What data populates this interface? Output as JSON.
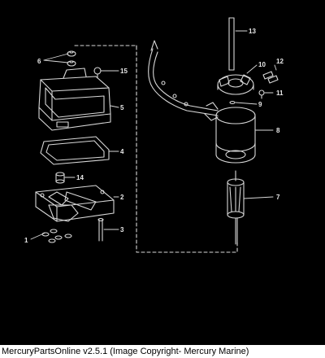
{
  "diagram": {
    "background": "#000000",
    "line_color": "#d8d8d8",
    "callouts": [
      {
        "id": "1",
        "text": "1"
      },
      {
        "id": "2",
        "text": "2"
      },
      {
        "id": "3",
        "text": "3"
      },
      {
        "id": "4",
        "text": "4"
      },
      {
        "id": "5",
        "text": "5"
      },
      {
        "id": "6",
        "text": "6"
      },
      {
        "id": "7",
        "text": "7"
      },
      {
        "id": "8",
        "text": "8"
      },
      {
        "id": "9",
        "text": "9"
      },
      {
        "id": "10",
        "text": "10"
      },
      {
        "id": "11",
        "text": "11"
      },
      {
        "id": "12",
        "text": "12"
      },
      {
        "id": "13",
        "text": "13"
      },
      {
        "id": "14",
        "text": "14"
      },
      {
        "id": "15",
        "text": "15"
      }
    ]
  },
  "footer": {
    "text": "MercuryPartsOnline v2.5.1 (Image Copyright- Mercury Marine)"
  }
}
